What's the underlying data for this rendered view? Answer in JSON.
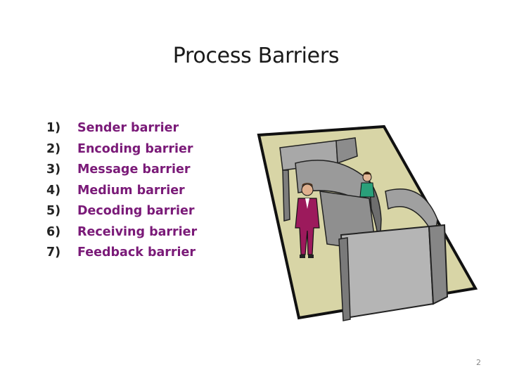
{
  "slide": {
    "title": "Process Barriers",
    "items": [
      {
        "number": "1)",
        "text": "Sender barrier"
      },
      {
        "number": "2)",
        "text": "Encoding barrier"
      },
      {
        "number": "3)",
        "text": "Message barrier"
      },
      {
        "number": "4)",
        "text": "Medium barrier"
      },
      {
        "number": "5)",
        "text": "Decoding barrier"
      },
      {
        "number": "6)",
        "text": "Receiving barrier"
      },
      {
        "number": "7)",
        "text": "Feedback barrier"
      }
    ],
    "page_number": "2"
  },
  "colors": {
    "item_text": "#7a1a78",
    "number_text": "#222222",
    "title_text": "#1a1a1a"
  },
  "illustration": {
    "icon": "maze-with-people-clipart"
  }
}
